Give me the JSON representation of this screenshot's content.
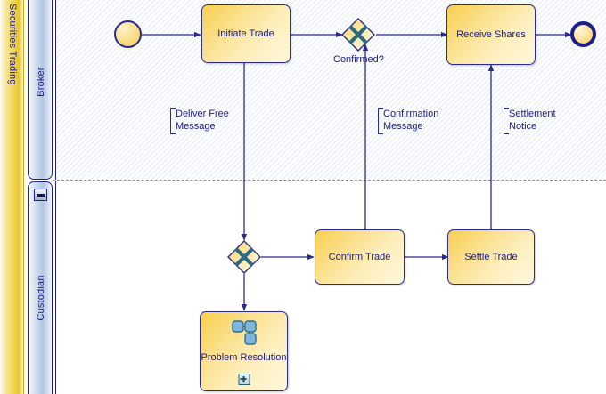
{
  "diagram": {
    "type": "bpmn-process-diagram",
    "pool": {
      "label": "Securities Trading"
    },
    "lanes": [
      {
        "id": "broker",
        "label": "Broker",
        "collapse_control": false
      },
      {
        "id": "custodian",
        "label": "Custodian",
        "collapse_control": true,
        "collapse_glyph": "minus"
      }
    ],
    "colors": {
      "task_fill_dark": "#f8cf4e",
      "task_fill_light": "#fef7dd",
      "stroke": "#2b2b8f",
      "text": "#1c1c8c",
      "pool_header": "#efd24e",
      "lane_header": "#b2c6e2",
      "gateway_marker": "#2d6a80",
      "lane_divider": "#8b8b8b"
    },
    "nodes": [
      {
        "id": "start",
        "kind": "start-event",
        "lane": "broker",
        "label": ""
      },
      {
        "id": "initiate",
        "kind": "task",
        "lane": "broker",
        "label": "Initiate Trade"
      },
      {
        "id": "confirmed",
        "kind": "exclusive-gateway",
        "lane": "broker",
        "label": "Confirmed?",
        "marker": "X"
      },
      {
        "id": "receive",
        "kind": "task",
        "lane": "broker",
        "label": "Receive Shares"
      },
      {
        "id": "end",
        "kind": "end-event",
        "lane": "broker",
        "label": ""
      },
      {
        "id": "gw2",
        "kind": "exclusive-gateway",
        "lane": "custodian",
        "label": "",
        "marker": "X"
      },
      {
        "id": "confirm",
        "kind": "task",
        "lane": "custodian",
        "label": "Confirm Trade"
      },
      {
        "id": "settle",
        "kind": "task",
        "lane": "custodian",
        "label": "Settle Trade"
      },
      {
        "id": "problem",
        "kind": "collapsed-subprocess",
        "lane": "custodian",
        "label": "Problem Resolution",
        "markers": [
          "ad-hoc-flow",
          "plus-expand"
        ]
      }
    ],
    "message_flows": [
      {
        "id": "mf1",
        "label_line1": "Deliver Free",
        "label_line2": "Message",
        "from": "initiate",
        "to": "gw2"
      },
      {
        "id": "mf2",
        "label_line1": "Confirmation",
        "label_line2": "Message",
        "from": "confirm",
        "to": "confirmed"
      },
      {
        "id": "mf3",
        "label_line1": "Settlement",
        "label_line2": "Notice",
        "from": "settle",
        "to": "receive"
      }
    ],
    "sequence_flows": [
      {
        "from": "start",
        "to": "initiate"
      },
      {
        "from": "initiate",
        "to": "confirmed"
      },
      {
        "from": "confirmed",
        "to": "receive"
      },
      {
        "from": "receive",
        "to": "end"
      },
      {
        "from": "gw2",
        "to": "confirm"
      },
      {
        "from": "gw2",
        "to": "problem"
      },
      {
        "from": "confirm",
        "to": "settle"
      }
    ]
  }
}
